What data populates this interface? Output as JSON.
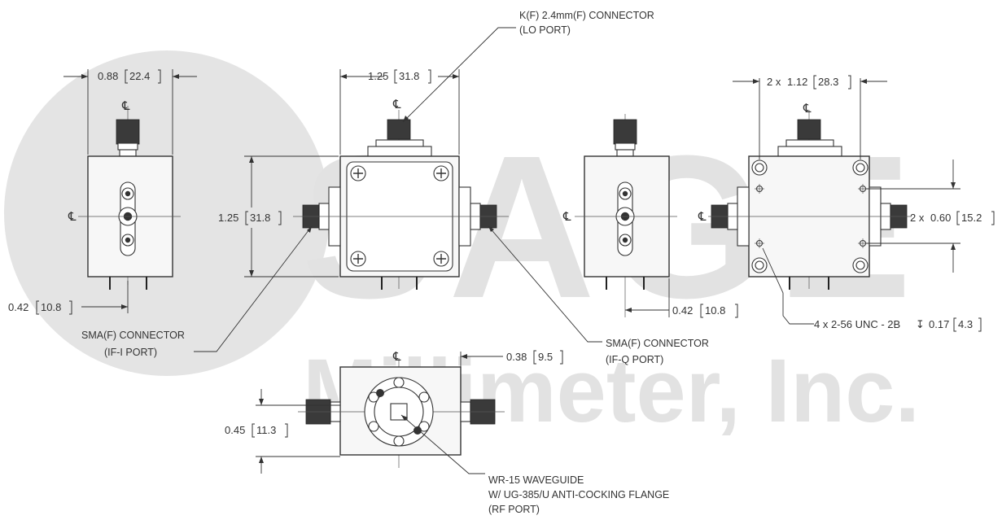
{
  "watermark": {
    "brand": "SAGE",
    "company": "Millimeter, Inc."
  },
  "centerline_symbol": "℄",
  "dimensions": {
    "top_width": {
      "in": "0.88",
      "mm": "22.4"
    },
    "front_width": {
      "in": "1.25",
      "mm": "31.8"
    },
    "front_height": {
      "in": "1.25",
      "mm": "31.8"
    },
    "hole_spacing_x": {
      "prefix": "2 x",
      "in": "1.12",
      "mm": "28.3"
    },
    "hole_spacing_y": {
      "prefix": "2 x",
      "in": "0.60",
      "mm": "15.2"
    },
    "left_offset": {
      "in": "0.42",
      "mm": "10.8"
    },
    "right_offset": {
      "in": "0.42",
      "mm": "10.8"
    },
    "bottom_offset": {
      "in": "0.38",
      "mm": "9.5"
    },
    "bottom_height": {
      "in": "0.45",
      "mm": "11.3"
    },
    "thread": {
      "text": "4 x 2-56 UNC - 2B",
      "depth_symbol": "↧",
      "in": "0.17",
      "mm": "4.3"
    }
  },
  "callouts": {
    "lo_port": [
      "K(F) 2.4mm(F) CONNECTOR",
      "(LO PORT)"
    ],
    "if_i_port": [
      "SMA(F) CONNECTOR",
      "(IF-I PORT)"
    ],
    "if_q_port": [
      "SMA(F) CONNECTOR",
      "(IF-Q PORT)"
    ],
    "rf_port": [
      "WR-15 WAVEGUIDE",
      "W/ UG-385/U ANTI-COCKING FLANGE",
      "(RF PORT)"
    ]
  }
}
